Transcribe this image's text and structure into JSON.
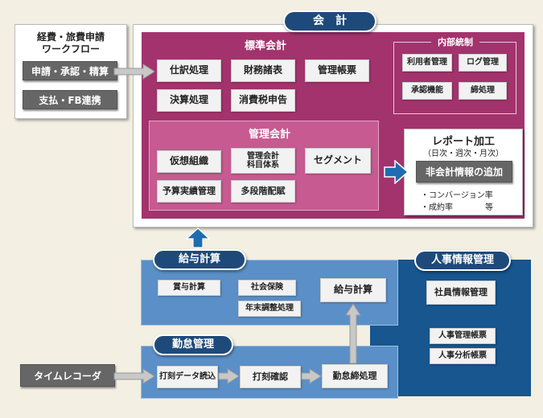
{
  "expense_workflow": {
    "title_line1": "経費・旅費申請",
    "title_line2": "ワークフロー",
    "btn_apply": "申請・承認・精算",
    "btn_payment": "支払・FB連携"
  },
  "accounting": {
    "title": "会　計",
    "standard": {
      "title": "標準会計",
      "items": [
        "仕訳処理",
        "財務諸表",
        "管理帳票",
        "決算処理",
        "消費税申告"
      ]
    },
    "internal_control": {
      "title": "内部統制",
      "items": [
        "利用者管理",
        "ログ管理",
        "承認機能",
        "締処理"
      ]
    },
    "management": {
      "title": "管理会計",
      "items": [
        "仮想組織",
        "管理会計\n科目体系",
        "セグメント",
        "予算実績管理",
        "多段階配賦"
      ]
    }
  },
  "report": {
    "title": "レポート加工",
    "subtitle": "（日次・週次・月次）",
    "button": "非会計情報の追加",
    "note1": "・コンバージョン率",
    "note2": "・成約率　　　　等"
  },
  "payroll": {
    "title": "給与計算",
    "items": [
      "賞与計算",
      "社会保険",
      "年末調整処理",
      "給与計算"
    ]
  },
  "hr": {
    "title": "人事情報管理",
    "items": [
      "社員情報管理",
      "人事管理帳票",
      "人事分析帳票"
    ]
  },
  "attendance": {
    "title": "勤怠管理",
    "items": [
      "打刻データ読込",
      "打刻確認",
      "勤怠締処理"
    ]
  },
  "time_recorder": "タイムレコーダ",
  "colors": {
    "background": "#f3efe3",
    "accounting_outer": "#a3336d",
    "management_inner": "#c75a91",
    "payroll_blue": "#5b8fc7",
    "hr_navy": "#17568e",
    "arrow_blue": "#1f6cb0"
  }
}
